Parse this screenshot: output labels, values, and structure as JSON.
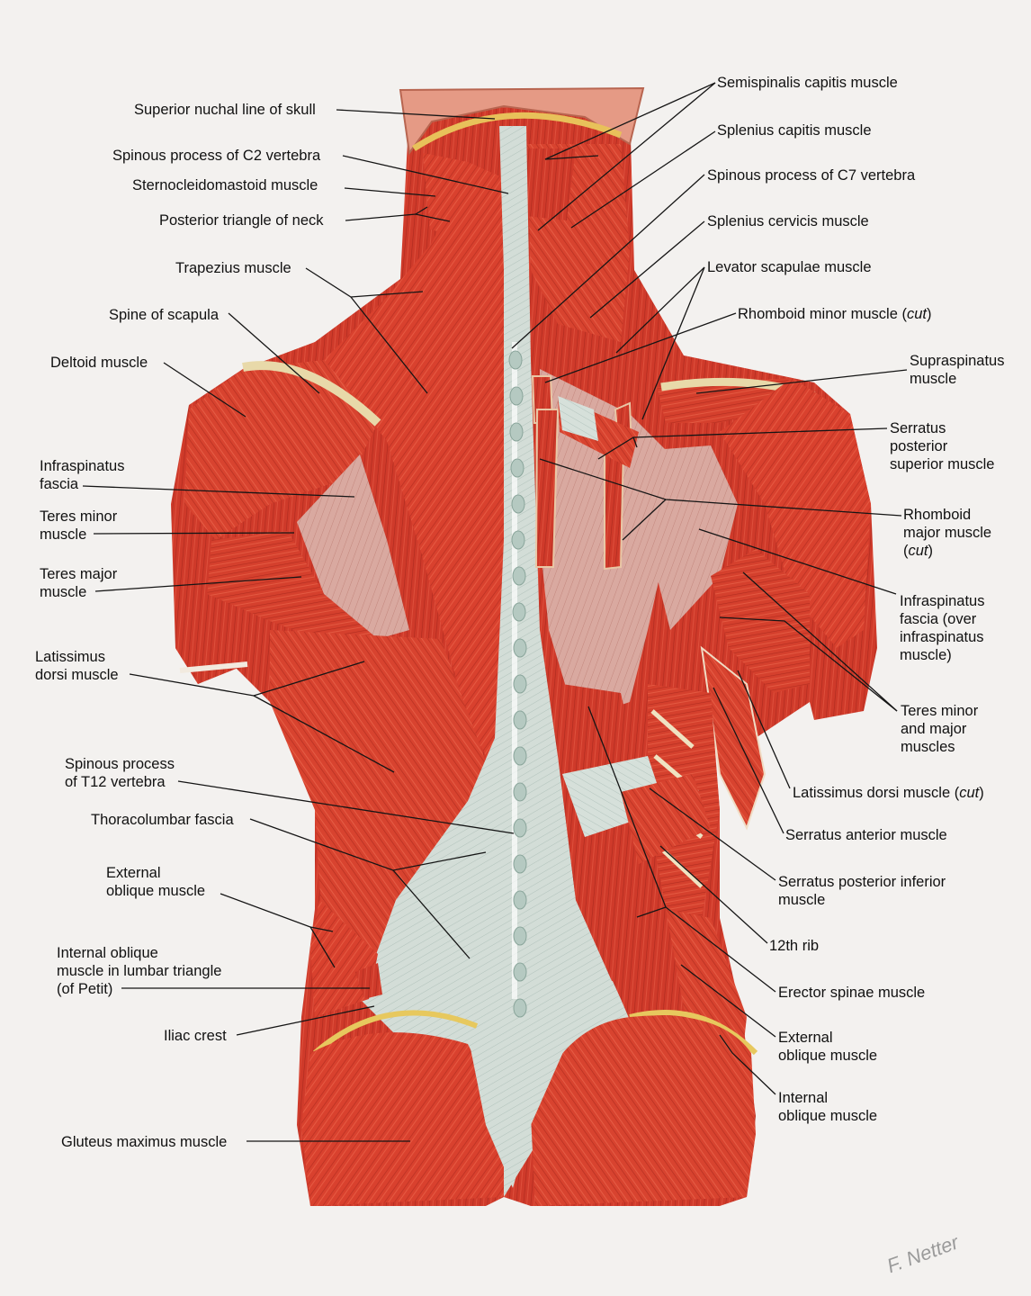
{
  "figure": {
    "background": "#f3f1ef",
    "muscle_color": "#d9412e",
    "muscle_dark": "#a8281c",
    "fascia_color": "#cfdcd6",
    "leader_color": "#151515"
  },
  "labels_left": {
    "superior_nuchal_line": "Superior nuchal line of skull",
    "spinous_c2": "Spinous process of C2 vertebra",
    "sternocleidomastoid": "Sternocleidomastoid muscle",
    "posterior_triangle": "Posterior triangle of neck",
    "trapezius": "Trapezius muscle",
    "spine_scapula": "Spine of scapula",
    "deltoid": "Deltoid muscle",
    "infraspinatus_fascia_1": "Infraspinatus",
    "infraspinatus_fascia_2": "fascia",
    "teres_minor_1": "Teres minor",
    "teres_minor_2": "muscle",
    "teres_major_1": "Teres major",
    "teres_major_2": "muscle",
    "latissimus_1": "Latissimus",
    "latissimus_2": "dorsi muscle",
    "spinous_t12_1": "Spinous process",
    "spinous_t12_2": "of T12 vertebra",
    "thoracolumbar": "Thoracolumbar fascia",
    "external_oblique_1": "External",
    "external_oblique_2": "oblique muscle",
    "internal_oblique_1": "Internal oblique",
    "internal_oblique_2": "muscle in lumbar triangle",
    "internal_oblique_3": "(of Petit)",
    "iliac_crest": "Iliac crest",
    "gluteus": "Gluteus maximus muscle"
  },
  "labels_right": {
    "semispinalis": "Semispinalis capitis muscle",
    "splenius_capitis": "Splenius capitis muscle",
    "spinous_c7": "Spinous process of C7 vertebra",
    "splenius_cervicis": "Splenius cervicis muscle",
    "levator": "Levator scapulae muscle",
    "rhomboid_minor_main": "Rhomboid minor muscle (",
    "rhomboid_minor_cut": "cut",
    "rhomboid_minor_close": ")",
    "supraspinatus_1": "Supraspinatus",
    "supraspinatus_2": "muscle",
    "serratus_sup_1": "Serratus",
    "serratus_sup_2": "posterior",
    "serratus_sup_3": "superior muscle",
    "rhomboid_major_1": "Rhomboid",
    "rhomboid_major_2": "major muscle",
    "rhomboid_major_3_open": "(",
    "rhomboid_major_3_cut": "cut",
    "rhomboid_major_3_close": ")",
    "infra_fascia_r_1": "Infraspinatus",
    "infra_fascia_r_2": "fascia (over",
    "infra_fascia_r_3": "infraspinatus",
    "infra_fascia_r_4": "muscle)",
    "teres_r_1": "Teres minor",
    "teres_r_2": "and major",
    "teres_r_3": "muscles",
    "lat_cut_main": "Latissimus dorsi muscle (",
    "lat_cut_cut": "cut",
    "lat_cut_close": ")",
    "serratus_anterior": "Serratus anterior muscle",
    "serratus_inf_1": "Serratus posterior inferior",
    "serratus_inf_2": "muscle",
    "rib12": "12th rib",
    "erector": "Erector spinae muscle",
    "ext_oblique_r_1": "External",
    "ext_oblique_r_2": "oblique muscle",
    "int_oblique_r_1": "Internal",
    "int_oblique_r_2": "oblique muscle"
  },
  "signature": "F. Netter"
}
